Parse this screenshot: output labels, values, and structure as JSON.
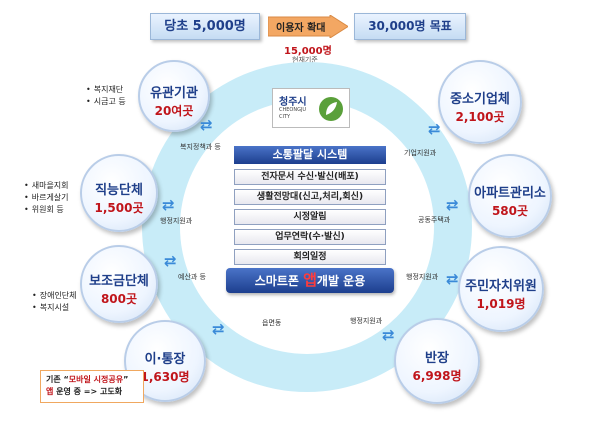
{
  "top": {
    "start": "당초 5,000명",
    "expand": "이용자 확대",
    "goal": "30,000명 목표",
    "current_value": "15,000명",
    "current_label": "현재기준"
  },
  "logo": {
    "name": "청주시",
    "sub": "CHEONGJU CITY"
  },
  "center": {
    "header": "소통팔달 시스템",
    "items": [
      "전자문서 수신·발신(배포)",
      "생활전망대(신고,처리,회신)",
      "시정알림",
      "업무연락(수·발신)",
      "회의일정"
    ],
    "footer_pre": "스마트폰 ",
    "footer_highlight": "앱",
    "footer_post": "개발 운용"
  },
  "nodes": {
    "agency": {
      "title": "유관기관",
      "value": "20여곳"
    },
    "functional": {
      "title": "직능단체",
      "value": "1,500곳"
    },
    "subsidy": {
      "title": "보조금단체",
      "value": "800곳"
    },
    "tong": {
      "title": "이·통장",
      "value": "1,630명"
    },
    "sme": {
      "title": "중소기업체",
      "value": "2,100곳"
    },
    "apt": {
      "title": "아파트관리소",
      "value": "580곳"
    },
    "resident": {
      "title": "주민자치위원",
      "value": "1,019명"
    },
    "banjang": {
      "title": "반장",
      "value": "6,998명"
    }
  },
  "bullets": {
    "agency": [
      "복지재단",
      "시금고 등"
    ],
    "functional": [
      "새마을지회",
      "바르게살기",
      "위원회 등"
    ],
    "subsidy": [
      "장애인단체",
      "복지시설"
    ]
  },
  "connectors": {
    "agency": "복지정책과 등",
    "functional": "행정지원과",
    "subsidy": "예산과 등",
    "tong": "읍면동",
    "sme": "기업지원과",
    "apt": "공동주택과",
    "resident": "행정지원과",
    "banjang": "행정지원과"
  },
  "note": {
    "pre": "기존 “",
    "highlight": "모바일 시정공유",
    "mid": "”",
    "line2_highlight": "앱",
    "line2_post": " 운영 중 => 고도화"
  },
  "colors": {
    "navy": "#1f3f8a",
    "red": "#c0151b",
    "ring": "#c8ecf8",
    "orange": "#f0a860"
  }
}
